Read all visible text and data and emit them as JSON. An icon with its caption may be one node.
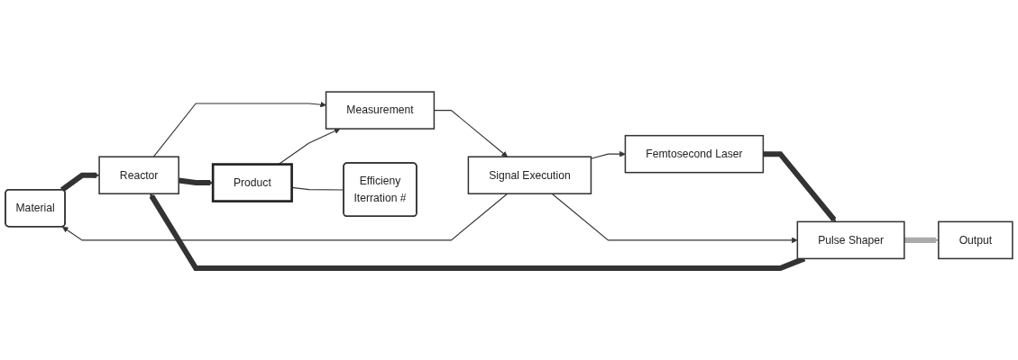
{
  "diagram": {
    "nodes": [
      {
        "text": [
          "Material"
        ]
      },
      {
        "text": [
          "Femtosecond Laser"
        ]
      },
      {
        "text": [
          "Pulse Shaper"
        ]
      },
      {
        "text": [
          "Reactor"
        ]
      },
      {
        "text": [
          "Product"
        ]
      },
      {
        "text": [
          "Output"
        ]
      },
      {
        "text": [
          "Signal Execution"
        ]
      },
      {
        "text": [
          "Measurement"
        ]
      },
      {
        "text": [
          "Efficieny",
          "Iterration #"
        ]
      }
    ],
    "edges": [
      {
        "from": 6,
        "to": 0,
        "arrow": "to"
      },
      {
        "from": 0,
        "to": 3,
        "arrow": "to",
        "style": "thick"
      },
      {
        "from": 1,
        "to": 2,
        "arrow": "to",
        "style": "thick"
      },
      {
        "from": 2,
        "to": 3,
        "arrow": "to",
        "style": "thick"
      },
      {
        "from": 2,
        "to": 5,
        "arrow": "to",
        "style": "thick",
        "color": "#aaaaaa"
      },
      {
        "from": 3,
        "to": 4,
        "arrow": "to",
        "style": "thick"
      },
      {
        "from": 4,
        "to": 8,
        "arrow": "none"
      },
      {
        "from": 3,
        "to": 7,
        "arrow": "to"
      },
      {
        "from": 4,
        "to": 7,
        "arrow": "to"
      },
      {
        "from": 7,
        "to": 6,
        "arrow": "to"
      },
      {
        "from": 6,
        "to": 1,
        "arrow": "to"
      },
      {
        "from": 6,
        "to": 2,
        "arrow": "to"
      }
    ]
  }
}
